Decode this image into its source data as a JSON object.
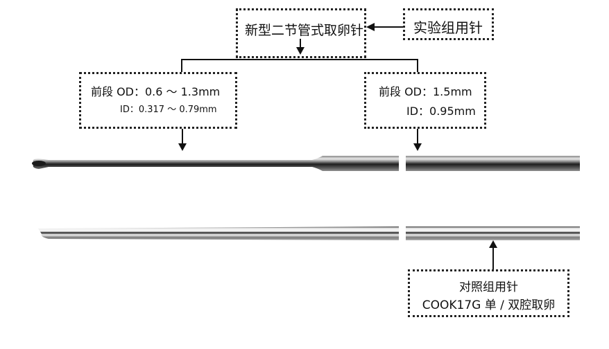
{
  "diagram": {
    "new_needle_box": {
      "label": "新型二节管式取卵针"
    },
    "experimental_box": {
      "label": "实验组用针"
    },
    "left_spec_box": {
      "line1": "前段 OD：0.6 ～ 1.3mm",
      "line2": "ID：0.317 ～ 0.79mm"
    },
    "right_spec_box": {
      "line1": "前段 OD：1.5mm",
      "line2": "ID：0.95mm"
    },
    "control_box": {
      "line1": "对照组用针",
      "line2": "COOK17G 单 / 双腔取卵"
    },
    "needles": [
      {
        "name": "new-two-section-needle",
        "type": "tapered-two-section"
      },
      {
        "name": "cook-17g-control-needle",
        "type": "uniform"
      }
    ],
    "colors": {
      "border": "#222222",
      "needle_dark": "#2a2a2a",
      "needle_mid": "#6e6e6e",
      "needle_light": "#e6e6e6"
    }
  }
}
